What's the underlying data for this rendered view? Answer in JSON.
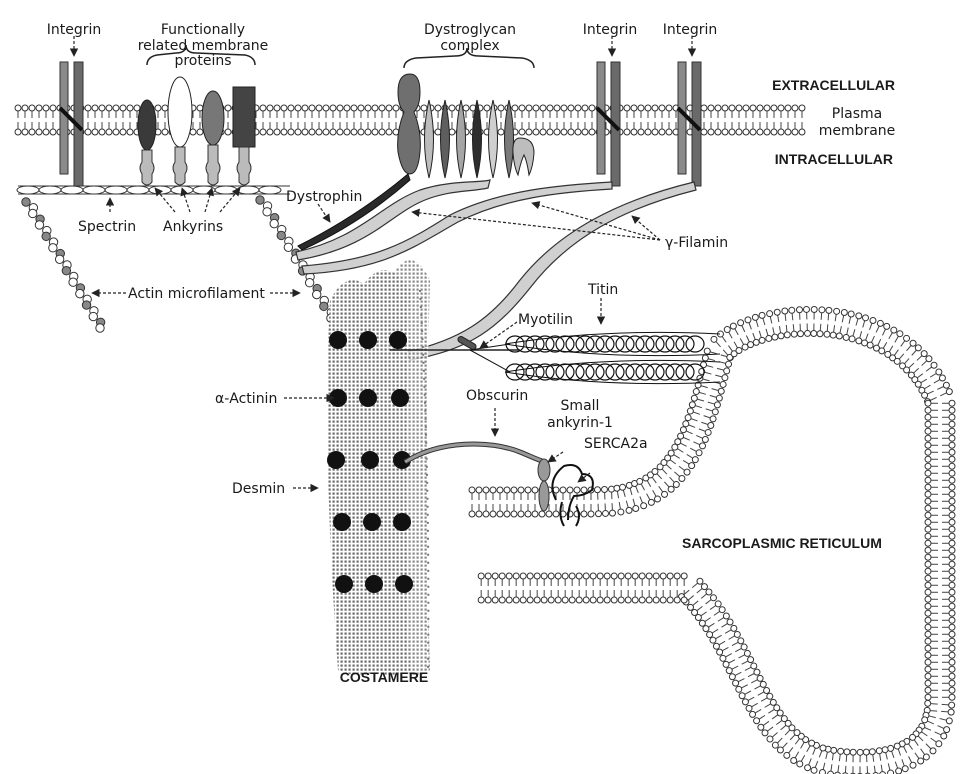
{
  "figure": {
    "regions": {
      "extracellular": "EXTRACELLULAR",
      "intracellular": "INTRACELLULAR",
      "plasma_membrane": [
        "Plasma",
        "membrane"
      ],
      "sarcoplasmic_reticulum": "SARCOPLASMIC RETICULUM",
      "costamere": "COSTAMERE"
    },
    "labels": {
      "integrin_1": "Integrin",
      "integrin_2": "Integrin",
      "integrin_3": "Integrin",
      "functionally_related": [
        "Functionally",
        "related membrane",
        "proteins"
      ],
      "dystroglycan": [
        "Dystroglycan",
        "complex"
      ],
      "dystrophin": "Dystrophin",
      "spectrin": "Spectrin",
      "ankyrins": "Ankyrins",
      "gamma_filamin": "γ-Filamin",
      "actin_microfilament": "Actin microfilament",
      "titin": "Titin",
      "myotilin": "Myotilin",
      "alpha_actinin": "α-Actinin",
      "obscurin": "Obscurin",
      "small_ankyrin": [
        "Small",
        "ankyrin-1"
      ],
      "serca": "SERCA2a",
      "desmin": "Desmin"
    },
    "colors": {
      "dark_protein": "#3a3a3a",
      "mid_protein": "#777777",
      "light_protein": "#bdbdbd",
      "filamin": "#d0d0d0",
      "dystrophin": "#2a2a2a"
    }
  }
}
